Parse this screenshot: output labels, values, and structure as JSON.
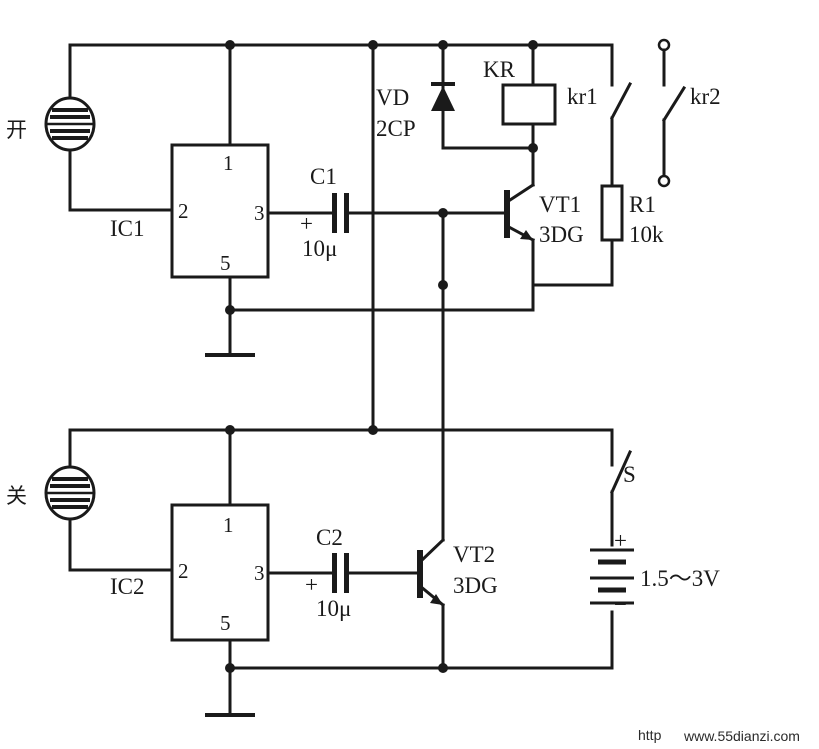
{
  "labels": {
    "open_sensor": "开",
    "close_sensor": "关",
    "ic1": "IC1",
    "ic2": "IC2",
    "ic_pin1": "1",
    "ic_pin2": "2",
    "ic_pin3": "3",
    "ic_pin5": "5",
    "c1": "C1",
    "c2": "C2",
    "cap_value": "10μ",
    "plus": "+",
    "minus": "−",
    "vd": "VD",
    "vd_type": "2CP",
    "kr": "KR",
    "kr1": "kr1",
    "kr2": "kr2",
    "vt1": "VT1",
    "vt2": "VT2",
    "transistor_type": "3DG",
    "r1": "R1",
    "r1_value": "10k",
    "switch_s": "S",
    "battery_voltage": "1.5～3V"
  },
  "watermark": {
    "prefix": "http",
    "site": "www.55dianzi.com"
  }
}
